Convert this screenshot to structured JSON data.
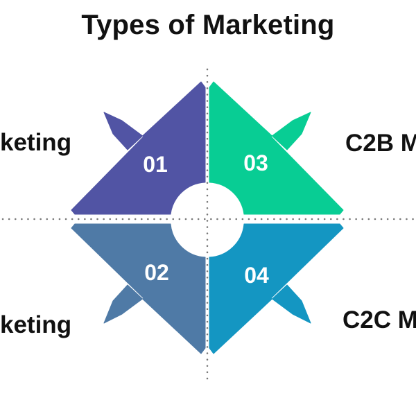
{
  "title": "Types of Marketing",
  "quadrants": [
    {
      "number": "01",
      "label": "keting",
      "color": "#5154a4"
    },
    {
      "number": "02",
      "label": "keting",
      "color": "#4f7aa6"
    },
    {
      "number": "03",
      "label": "C2B M",
      "color": "#08cd94"
    },
    {
      "number": "04",
      "label": "C2C M",
      "color": "#1496c2"
    }
  ],
  "dividers": {
    "style": "dotted",
    "color": "#777777"
  }
}
